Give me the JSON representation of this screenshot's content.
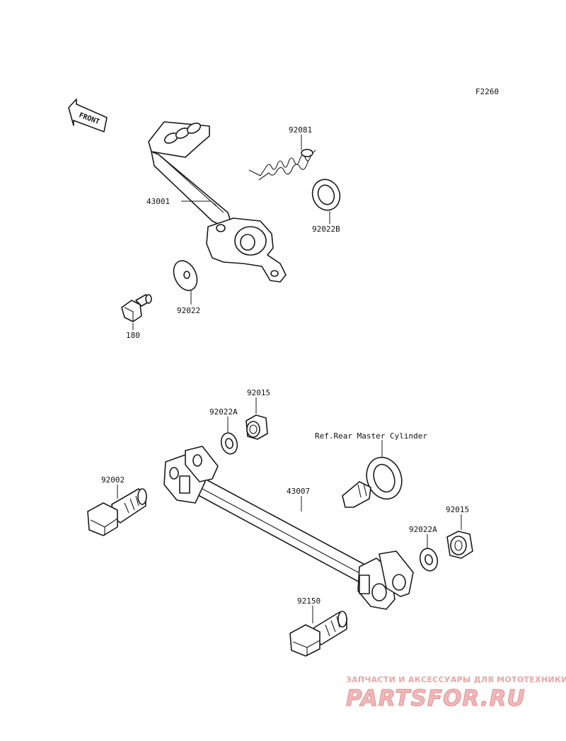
{
  "figure_code": "F2260",
  "front_label": "FRONT",
  "labels": {
    "p92081": "92081",
    "p43001": "43001",
    "p92022B": "92022B",
    "p92022": "92022",
    "p180": "180",
    "p92015_top": "92015",
    "p92022A_top": "92022A",
    "ref_master": "Ref.Rear Master Cylinder",
    "p92002": "92002",
    "p43007": "43007",
    "p92015_right": "92015",
    "p92022A_right": "92022A",
    "p92150": "92150"
  },
  "watermark": {
    "tagline": "ЗАПЧАСТИ И АКСЕССУАРЫ ДЛЯ МОТОТЕХНИКИ",
    "brand": "PARTSFOR.RU",
    "color": "#e08e8e"
  }
}
